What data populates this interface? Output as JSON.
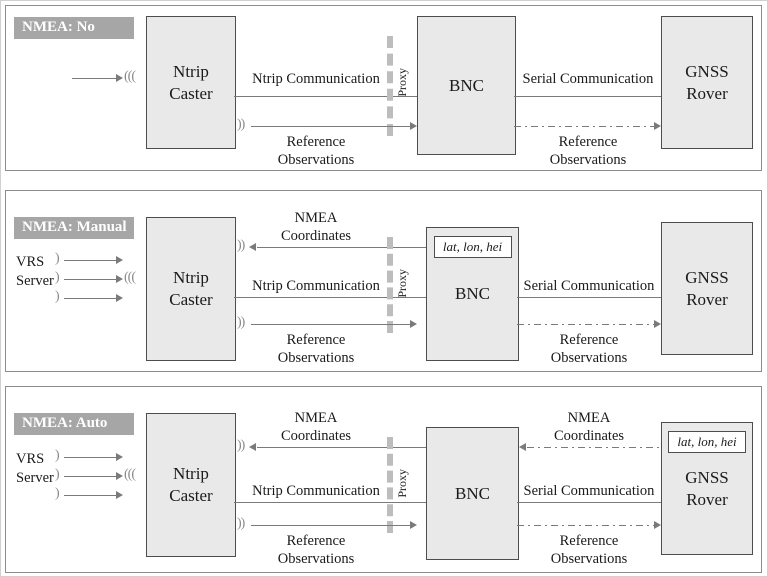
{
  "colors": {
    "panel_border": "#8c8c8c",
    "box_fill": "#e9e9e9",
    "box_border": "#4d4d4d",
    "badge_bg": "#a6a6a6",
    "badge_text": "#ffffff",
    "line": "#7a7a7a",
    "proxy_bar": "#bdbdbd",
    "text": "#1a1a1a"
  },
  "icons": {
    "signal_in": "(((",
    "signal_out": "))",
    "signal_dot": ")"
  },
  "panels": [
    {
      "badge": "NMEA: No",
      "caster": "Ntrip\nCaster",
      "bnc": "BNC",
      "rover": "GNSS\nRover",
      "proxy": "Proxy",
      "ntrip_communication": "Ntrip Communication",
      "serial_communication": "Serial Communication",
      "reference_observations_left": "Reference\nObservations",
      "reference_observations_right": "Reference\nObservations"
    },
    {
      "badge": "NMEA: Manual",
      "vrs_server": "VRS\nServer",
      "caster": "Ntrip\nCaster",
      "bnc": "BNC",
      "lat_lon_hei": "lat, lon, hei",
      "rover": "GNSS\nRover",
      "proxy": "Proxy",
      "nmea_coordinates": "NMEA\nCoordinates",
      "ntrip_communication": "Ntrip Communication",
      "serial_communication": "Serial Communication",
      "reference_observations_left": "Reference\nObservations",
      "reference_observations_right": "Reference\nObservations"
    },
    {
      "badge": "NMEA: Auto",
      "vrs_server": "VRS\nServer",
      "caster": "Ntrip\nCaster",
      "bnc": "BNC",
      "lat_lon_hei": "lat, lon, hei",
      "rover": "GNSS\nRover",
      "proxy": "Proxy",
      "nmea_coordinates_left": "NMEA\nCoordinates",
      "nmea_coordinates_right": "NMEA\nCoordinates",
      "ntrip_communication": "Ntrip Communication",
      "serial_communication": "Serial Communication",
      "reference_observations_left": "Reference\nObservations",
      "reference_observations_right": "Reference\nObservations"
    }
  ]
}
